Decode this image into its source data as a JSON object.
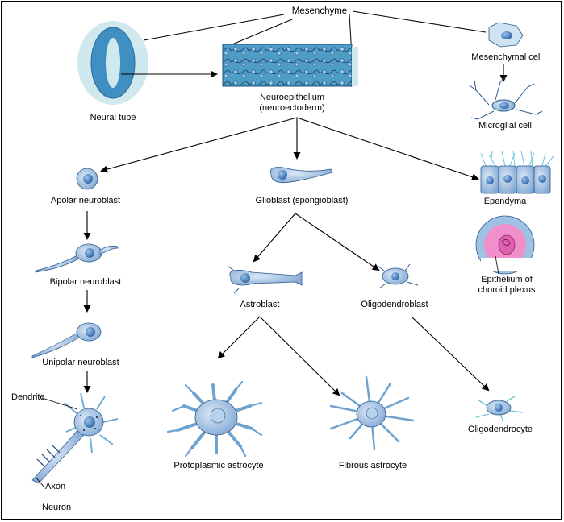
{
  "title": "Mesenchyme",
  "labels": {
    "neural_tube": "Neural tube",
    "neuroepithelium_1": "Neuroepithelium",
    "neuroepithelium_2": "(neuroectoderm)",
    "mesenchymal_cell": "Mesenchymal cell",
    "microglial_cell": "Microglial cell",
    "apolar_neuroblast": "Apolar neuroblast",
    "glioblast": "Glioblast (spongioblast)",
    "ependyma": "Ependyma",
    "bipolar_neuroblast": "Bipolar neuroblast",
    "astroblast": "Astroblast",
    "oligodendroblast": "Oligodendroblast",
    "choroid_1": "Epithelium of",
    "choroid_2": "choroid plexus",
    "unipolar_neuroblast": "Unipolar neuroblast",
    "dendrite": "Dendrite",
    "axon": "Axon",
    "neuron": "Neuron",
    "protoplasmic_astrocyte": "Protoplasmic astrocyte",
    "fibrous_astrocyte": "Fibrous astrocyte",
    "oligodendrocyte": "Oligodendrocyte"
  },
  "colors": {
    "cell_fill": "#8fb3dc",
    "cell_stroke": "#2e5b8c",
    "nucleus": "#3f73b4",
    "cilia": "#6fc6d9",
    "tube_halo": "#cfe9ee",
    "choroid_pink": "#f08fc9"
  }
}
